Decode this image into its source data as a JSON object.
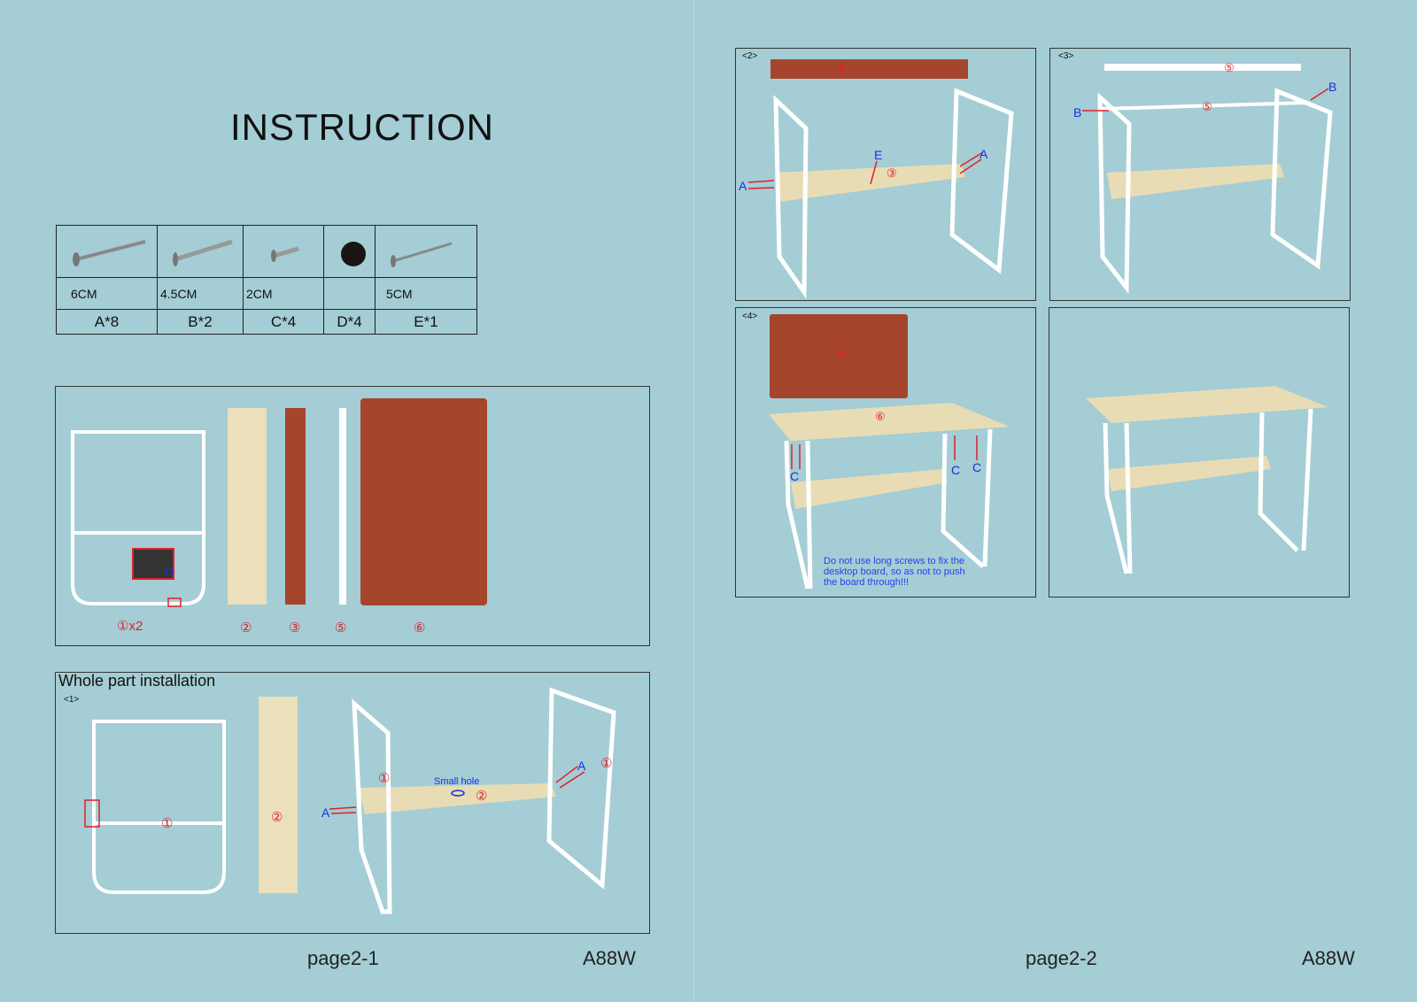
{
  "title": "INSTRUCTION",
  "hardware": [
    {
      "size": "6CM",
      "qty": "A*8"
    },
    {
      "size": "4.5CM",
      "qty": "B*2"
    },
    {
      "size": "2CM",
      "qty": "C*4"
    },
    {
      "size": "",
      "qty": "D*4"
    },
    {
      "size": "5CM",
      "qty": "E*1"
    }
  ],
  "parts": {
    "p1": "①x2",
    "p2": "②",
    "p3": "③",
    "p5": "⑤",
    "p6": "⑥",
    "d": "D"
  },
  "whole": {
    "title": "Whole part installation",
    "step": "<1>",
    "p1a": "①",
    "p2a": "②",
    "p1b": "①",
    "p1c": "①",
    "p2b": "②",
    "small_hole": "Small hole",
    "a1": "A",
    "a2": "A"
  },
  "step2": {
    "label": "<2>",
    "p3a": "③",
    "p3b": "③",
    "a1": "A",
    "a2": "A",
    "e": "E"
  },
  "step3": {
    "label": "<3>",
    "p5a": "⑤",
    "p5b": "⑤",
    "b1": "B",
    "b2": "B"
  },
  "step4": {
    "label": "<4>",
    "p6a": "⑥",
    "p6b": "⑥",
    "c1": "C",
    "c2": "C",
    "c3": "C",
    "note": "Do not use long screws to fix the desktop board, so as not to push the board through!!!"
  },
  "footer": {
    "left_page": "page2-1",
    "left_model": "A88W",
    "right_page": "page2-2",
    "right_model": "A88W"
  },
  "colors": {
    "background": "#a4cdd5",
    "board": "#a5452c",
    "wood": "#e8dcb5",
    "red": "#e0202a",
    "blue": "#1a2fe0"
  }
}
